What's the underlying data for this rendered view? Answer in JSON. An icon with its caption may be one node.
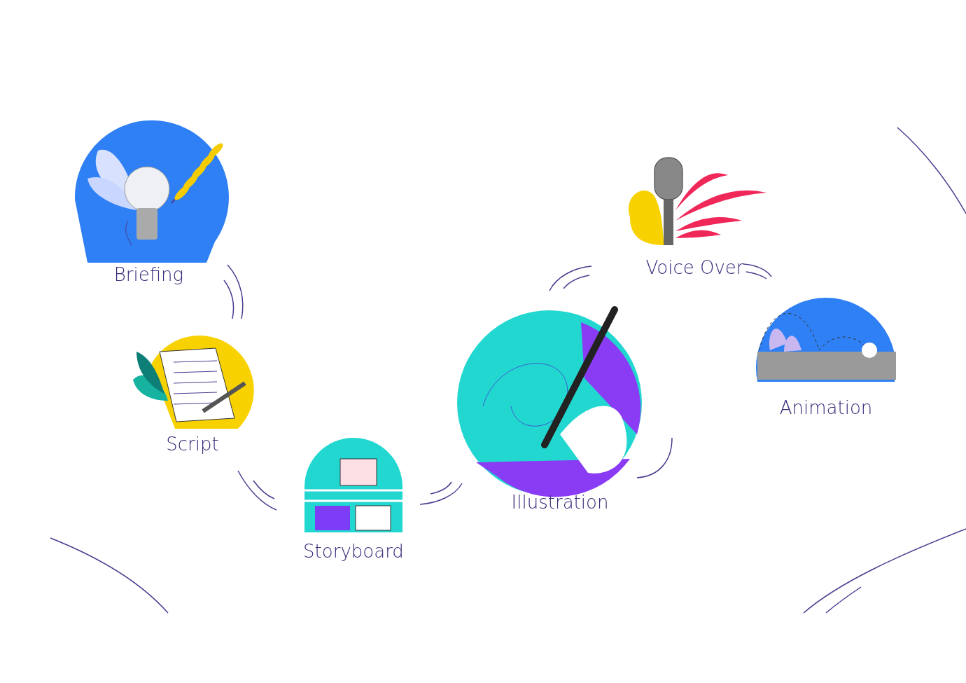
{
  "diagram": {
    "nodes": [
      {
        "text": [
          "Briefing"
        ]
      },
      {
        "text": [
          "Script"
        ]
      },
      {
        "text": [
          "Storyboard"
        ]
      },
      {
        "text": [
          "Illustration"
        ]
      },
      {
        "text": [
          "Voice Over"
        ]
      },
      {
        "text": [
          "Animation"
        ]
      }
    ]
  }
}
